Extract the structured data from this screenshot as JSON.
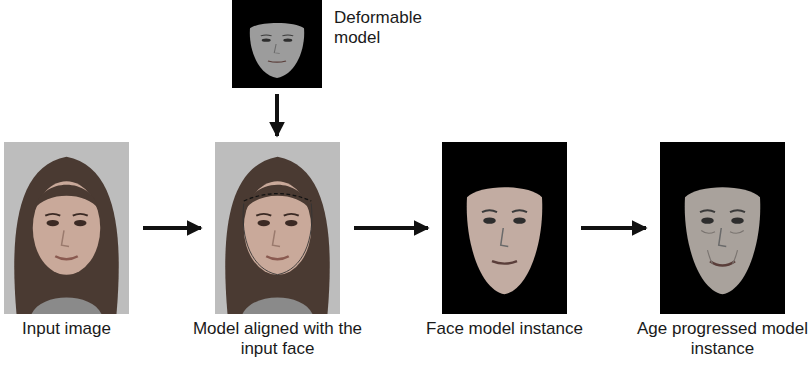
{
  "diagram": {
    "nodes": [
      {
        "text": [
          "Deformable model"
        ]
      },
      {
        "text": [
          "Input image"
        ]
      },
      {
        "text": [
          "Model aligned with the input face"
        ]
      },
      {
        "text": [
          "Face model instance"
        ]
      },
      {
        "text": [
          "Age progressed model instance"
        ]
      }
    ],
    "edges": [
      {
        "from": 0,
        "to": 2,
        "arrow": "to"
      },
      {
        "from": 1,
        "to": 2,
        "arrow": "to"
      },
      {
        "from": 2,
        "to": 3,
        "arrow": "to"
      },
      {
        "from": 3,
        "to": 4,
        "arrow": "to"
      }
    ]
  }
}
